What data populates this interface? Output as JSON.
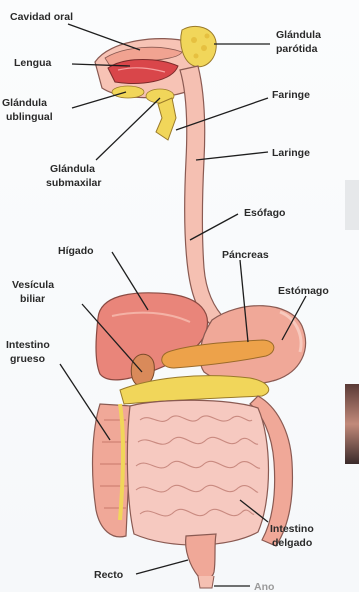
{
  "labels": {
    "cavidad_oral": "Cavidad oral",
    "lengua": "Lengua",
    "glandula_sublingual_1": "Glándula",
    "glandula_sublingual_2": "ublingual",
    "glandula_submaxilar_1": "Glándula",
    "glandula_submaxilar_2": "submaxilar",
    "glandula_parotida_1": "Glándula",
    "glandula_parotida_2": "parótida",
    "faringe": "Faringe",
    "laringe": "Laringe",
    "esofago": "Esófago",
    "higado": "Hígado",
    "pancreas": "Páncreas",
    "estomago": "Estómago",
    "vesicula_1": "Vesícula",
    "vesicula_2": "biliar",
    "intestino_grueso_1": "Intestino",
    "intestino_grueso_2": "grueso",
    "intestino_delgado_1": "Intestino",
    "intestino_delgado_2": "delgado",
    "recto": "Recto",
    "ano": "Ano"
  },
  "colors": {
    "organ_pink": "#f0a898",
    "organ_outline": "#8a5a52",
    "liver": "#e9857a",
    "gland_yellow": "#f1d65a",
    "pancreas_orange": "#eda24a",
    "small_intestine": "#f6c9c0",
    "label_text": "#2a2a2a"
  }
}
